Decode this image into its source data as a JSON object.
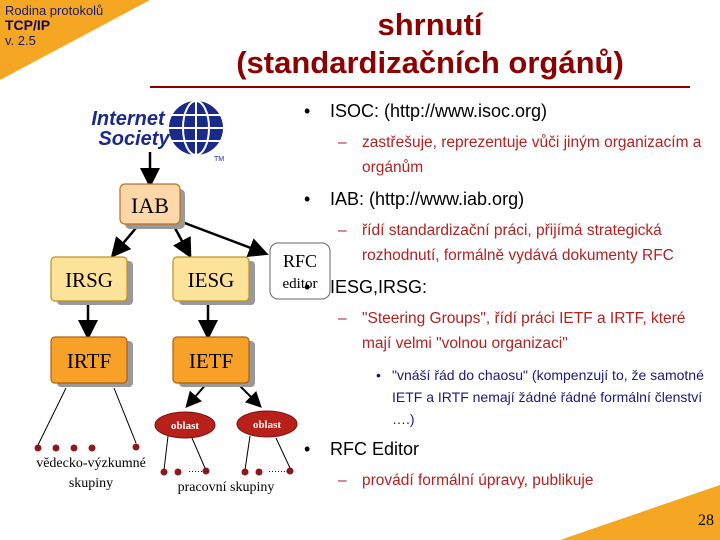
{
  "corner": {
    "line1": "Rodina protokolů",
    "line2": "TCP/IP",
    "line3": "v. 2.5"
  },
  "title": {
    "line1": "shrnutí",
    "line2": "(standardizačních orgánů)"
  },
  "logo": {
    "line1": "Internet",
    "line2": "Society",
    "tm": "TM"
  },
  "nodes": {
    "iab": "IAB",
    "irsg": "IRSG",
    "iesg": "IESG",
    "rfc_line1": "RFC",
    "rfc_line2": "editor",
    "irtf": "IRTF",
    "ietf": "IETF",
    "oblast1": "oblast",
    "oblast2": "oblast"
  },
  "labels": {
    "vyzkum_line1": "vědecko-výzkumné",
    "vyzkum_line2": "skupiny",
    "pracovni": "pracovní skupiny",
    "dots1": "…….",
    "dots2": "……."
  },
  "bullets": {
    "isoc": "ISOC: (http://www.isoc.org)",
    "isoc_sub": "zastřešuje, reprezentuje vůči jiným organizacím a orgánům",
    "iab": "IAB: (http://www.iab.org)",
    "iab_sub": "řídí standardizační práci, přijímá strategická rozhodnutí, formálně vydává dokumenty RFC",
    "iesg": "IESG,IRSG:",
    "iesg_sub": "\"Steering Groups\", řídí práci IETF a IRTF, které mají velmi \"volnou organizaci\"",
    "iesg_subsub": "\"vnáší řád do chaosu\" (kompenzují to, že samotné IETF a IRTF nemají žádné řádné formální členství ….)",
    "rfc": "RFC Editor",
    "rfc_sub": "provádí formální úpravy, publikuje"
  },
  "page_number": "28",
  "colors": {
    "accent": "#f5a623",
    "title": "#8b0000",
    "box_light": "#fcd7a8",
    "box_mid": "#fde29a",
    "box_dark": "#f7a128",
    "oval": "#b8201a"
  }
}
